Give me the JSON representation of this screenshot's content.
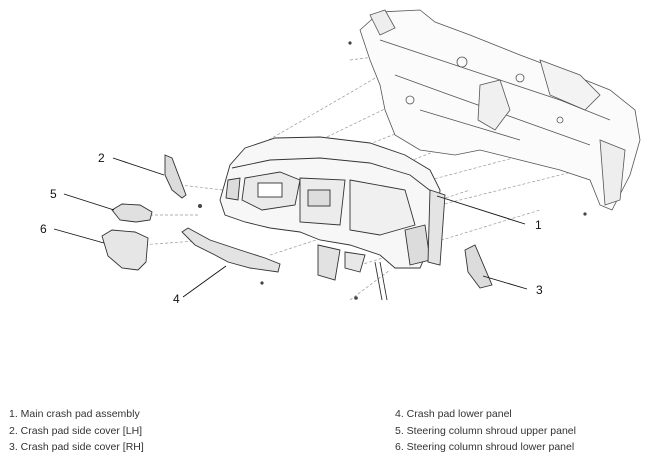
{
  "callouts": [
    "1",
    "2",
    "3",
    "4",
    "5",
    "6"
  ],
  "legend": {
    "left": [
      "1. Main crash pad assembly",
      "2. Crash pad side cover [LH]",
      "3. Crash pad side cover [RH]"
    ],
    "right": [
      "4. Crash pad lower panel",
      "5. Steering column shroud upper panel",
      "6. Steering column shroud lower panel"
    ]
  }
}
